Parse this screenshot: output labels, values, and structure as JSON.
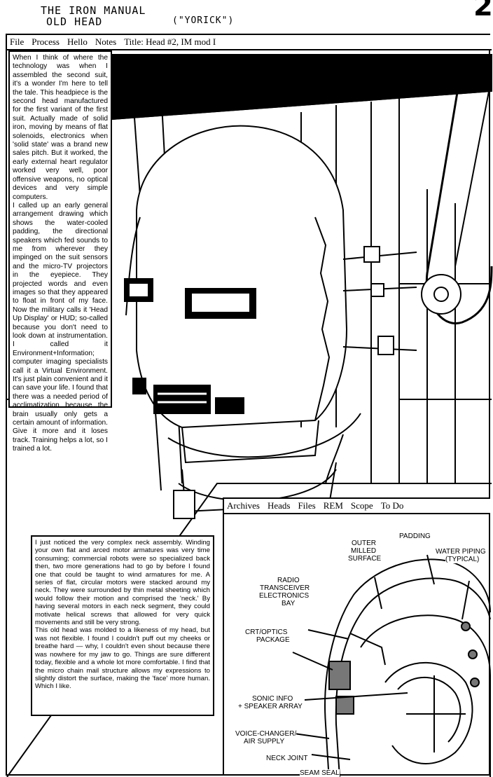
{
  "header": {
    "title_line1": "THE IRON MANUAL",
    "title_line2": "OLD HEAD",
    "nickname": "(\"YORICK\")",
    "page_number": "2"
  },
  "main_window": {
    "menu": [
      "File",
      "Process",
      "Hello",
      "Notes"
    ],
    "title": "Title: Head #2, IM mod I"
  },
  "text_top": [
    "When I think of where the technology was when I assembled the second suit, it's a wonder I'm here to tell the tale. This headpiece is the second head manufactured for the first variant of the first suit. Actually made of solid iron, moving by means of flat solenoids, electronics when 'solid state' was a brand new sales pitch. But it worked, the early external heart regulator worked very well, poor offensive weapons, no optical devices and very simple computers.",
    "I called up an early general arrangement drawing which shows the water-cooled padding, the directional speakers which fed sounds to me from wherever they impinged on the suit sensors and the micro-TV projectors in the eyepiece. They projected words and even images so that they appeared to float in front of my face. Now the military calls it 'Head Up Display' or HUD; so-called because you don't need to look down at instrumentation. I called it Environment+Information; computer imaging specialists call it a Virtual Environment. It's just plain convenient and it can save your life. I found that there was a needed period of acclimatization because the brain usually only gets a certain amount of information. Give it more and it loses track. Training helps a lot, so I trained a lot."
  ],
  "text_bottom": [
    "I just noticed the very complex neck assembly. Winding your own flat and arced motor armatures was very time consuming; commercial robots were so specialized back then, two more generations had to go by before I found one that could be taught to wind armatures for me. A series of flat, circular motors were stacked around my neck. They were surrounded by thin metal sheeting which would follow their motion and comprised the 'neck.' By having several motors in each neck segment, they could motivate helical screws that allowed for very quick movements and still be very strong.",
    "This old head was molded to a likeness of my head, but was not flexible. I found I couldn't puff out my cheeks or breathe hard — why, I couldn't even shout because there was nowhere for my jaw to go. Things are sure different today, flexible and a whole lot more comfortable. I find that the micro chain mail structure allows my expressions to slightly distort the surface, making the 'face' more human. Which I like."
  ],
  "inset_window": {
    "menu": [
      "Archives",
      "Heads",
      "Files",
      "REM",
      "Scope",
      "To Do"
    ],
    "labels": {
      "padding": "PADDING",
      "outer1": "OUTER",
      "outer2": "MILLED",
      "outer3": "SURFACE",
      "water1": "WATER PIPING",
      "water2": "(TYPICAL)",
      "radio1": "RADIO",
      "radio2": "TRANSCEIVER",
      "radio3": "ELECTRONICS",
      "radio4": "BAY",
      "crt1": "CRT/OPTICS",
      "crt2": "PACKAGE",
      "sonic1": "SONIC INFO",
      "sonic2": "+ SPEAKER ARRAY",
      "voice1": "VOICE-CHANGER/",
      "voice2": "AIR SUPPLY",
      "neck": "NECK JOINT",
      "seam": "SEAM SEAL"
    }
  }
}
